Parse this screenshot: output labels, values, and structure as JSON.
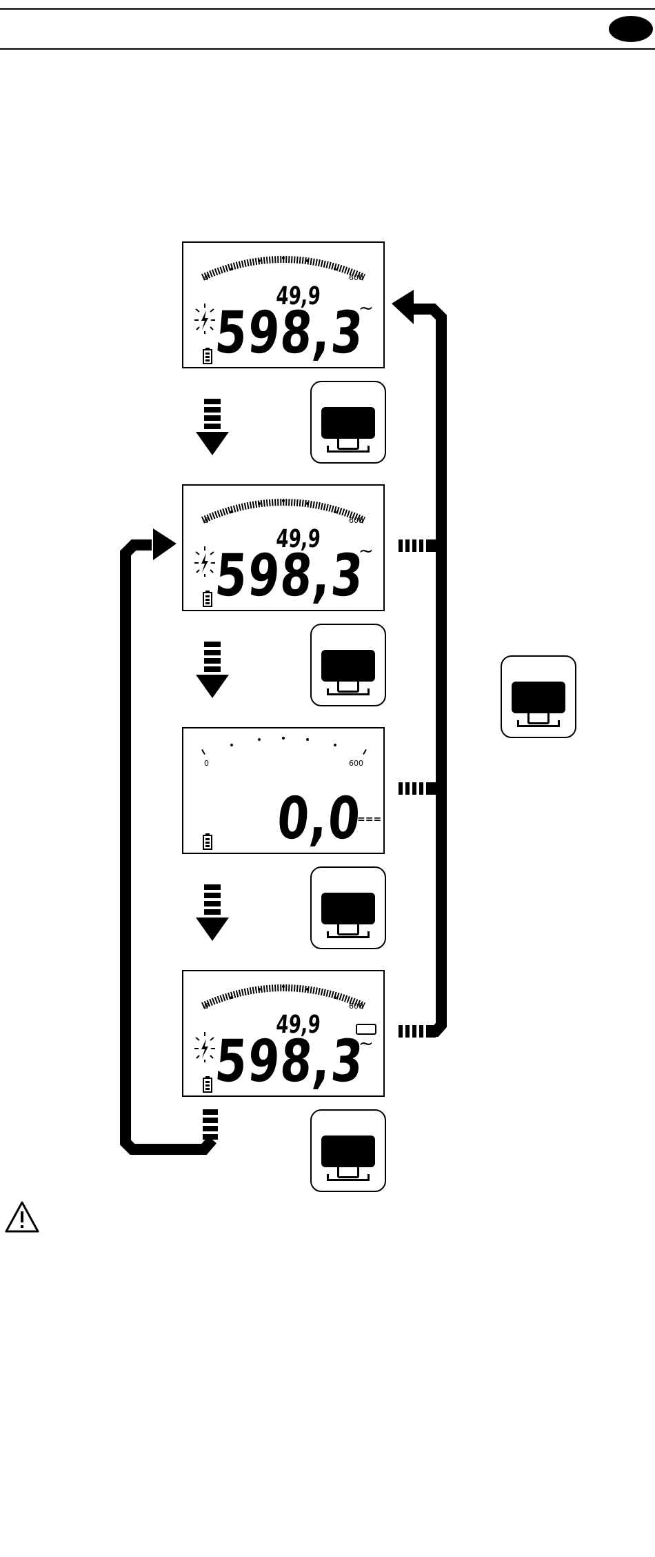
{
  "screens": [
    {
      "main": "598,3",
      "sub": "49,9",
      "mode": "~",
      "scale_min": "0",
      "scale_max": "600",
      "bargraph": true,
      "flash": true
    },
    {
      "main": "598,3",
      "sub": "49,9",
      "mode": "~",
      "scale_min": "0",
      "scale_max": "600",
      "bargraph": true,
      "flash": true
    },
    {
      "main": "0,0",
      "sub": "",
      "mode": "===",
      "scale_min": "0",
      "scale_max": "600",
      "bargraph": false,
      "flash": false
    },
    {
      "main": "598,3",
      "sub": "49,9",
      "mode": "~",
      "scale_min": "0",
      "scale_max": "600",
      "bargraph": true,
      "flash": true,
      "extra_box": true
    }
  ],
  "icons": {
    "battery": "battery-icon",
    "flash": "lightning-flash-icon",
    "button": "push-button-icon",
    "warning": "warning-triangle-icon"
  },
  "colors": {
    "ink": "#000000",
    "paper": "#ffffff"
  }
}
